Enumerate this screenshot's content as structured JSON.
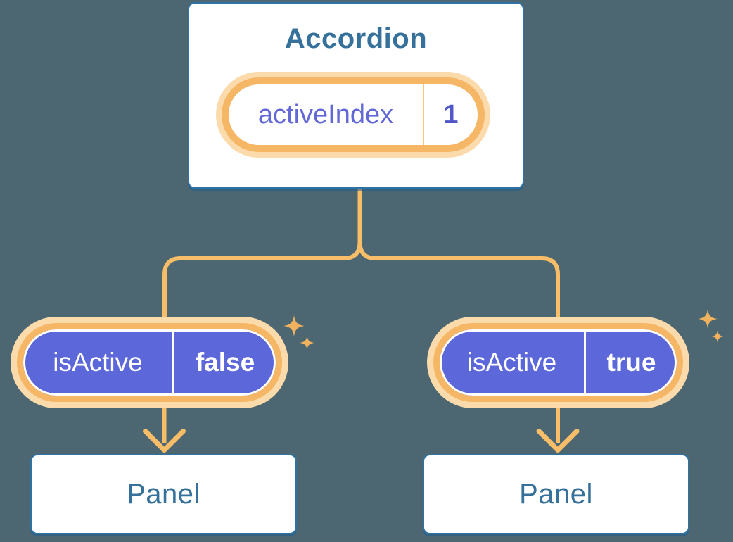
{
  "diagram": {
    "root_card": {
      "title": "Accordion",
      "prop": {
        "name": "activeIndex",
        "value": "1"
      }
    },
    "children": [
      {
        "prop": {
          "name": "isActive",
          "value": "false"
        },
        "panel": {
          "title": "Panel"
        }
      },
      {
        "prop": {
          "name": "isActive",
          "value": "true"
        },
        "panel": {
          "title": "Panel"
        }
      }
    ]
  },
  "colors": {
    "bg": "#4C6771",
    "card_bg": "#FFFFFF",
    "card_border": "#2F72A3",
    "heading_text": "#35719A",
    "orange_ring": "#F5B765",
    "orange_glow": "#FBDBAB",
    "orange_line": "#F8BD68",
    "sparkle": "#F1B25F",
    "pill_purple": "#5C67D9",
    "prop_text": "#6269D6",
    "value_text": "#5157C8",
    "divider_orange": "#F8C57D"
  }
}
